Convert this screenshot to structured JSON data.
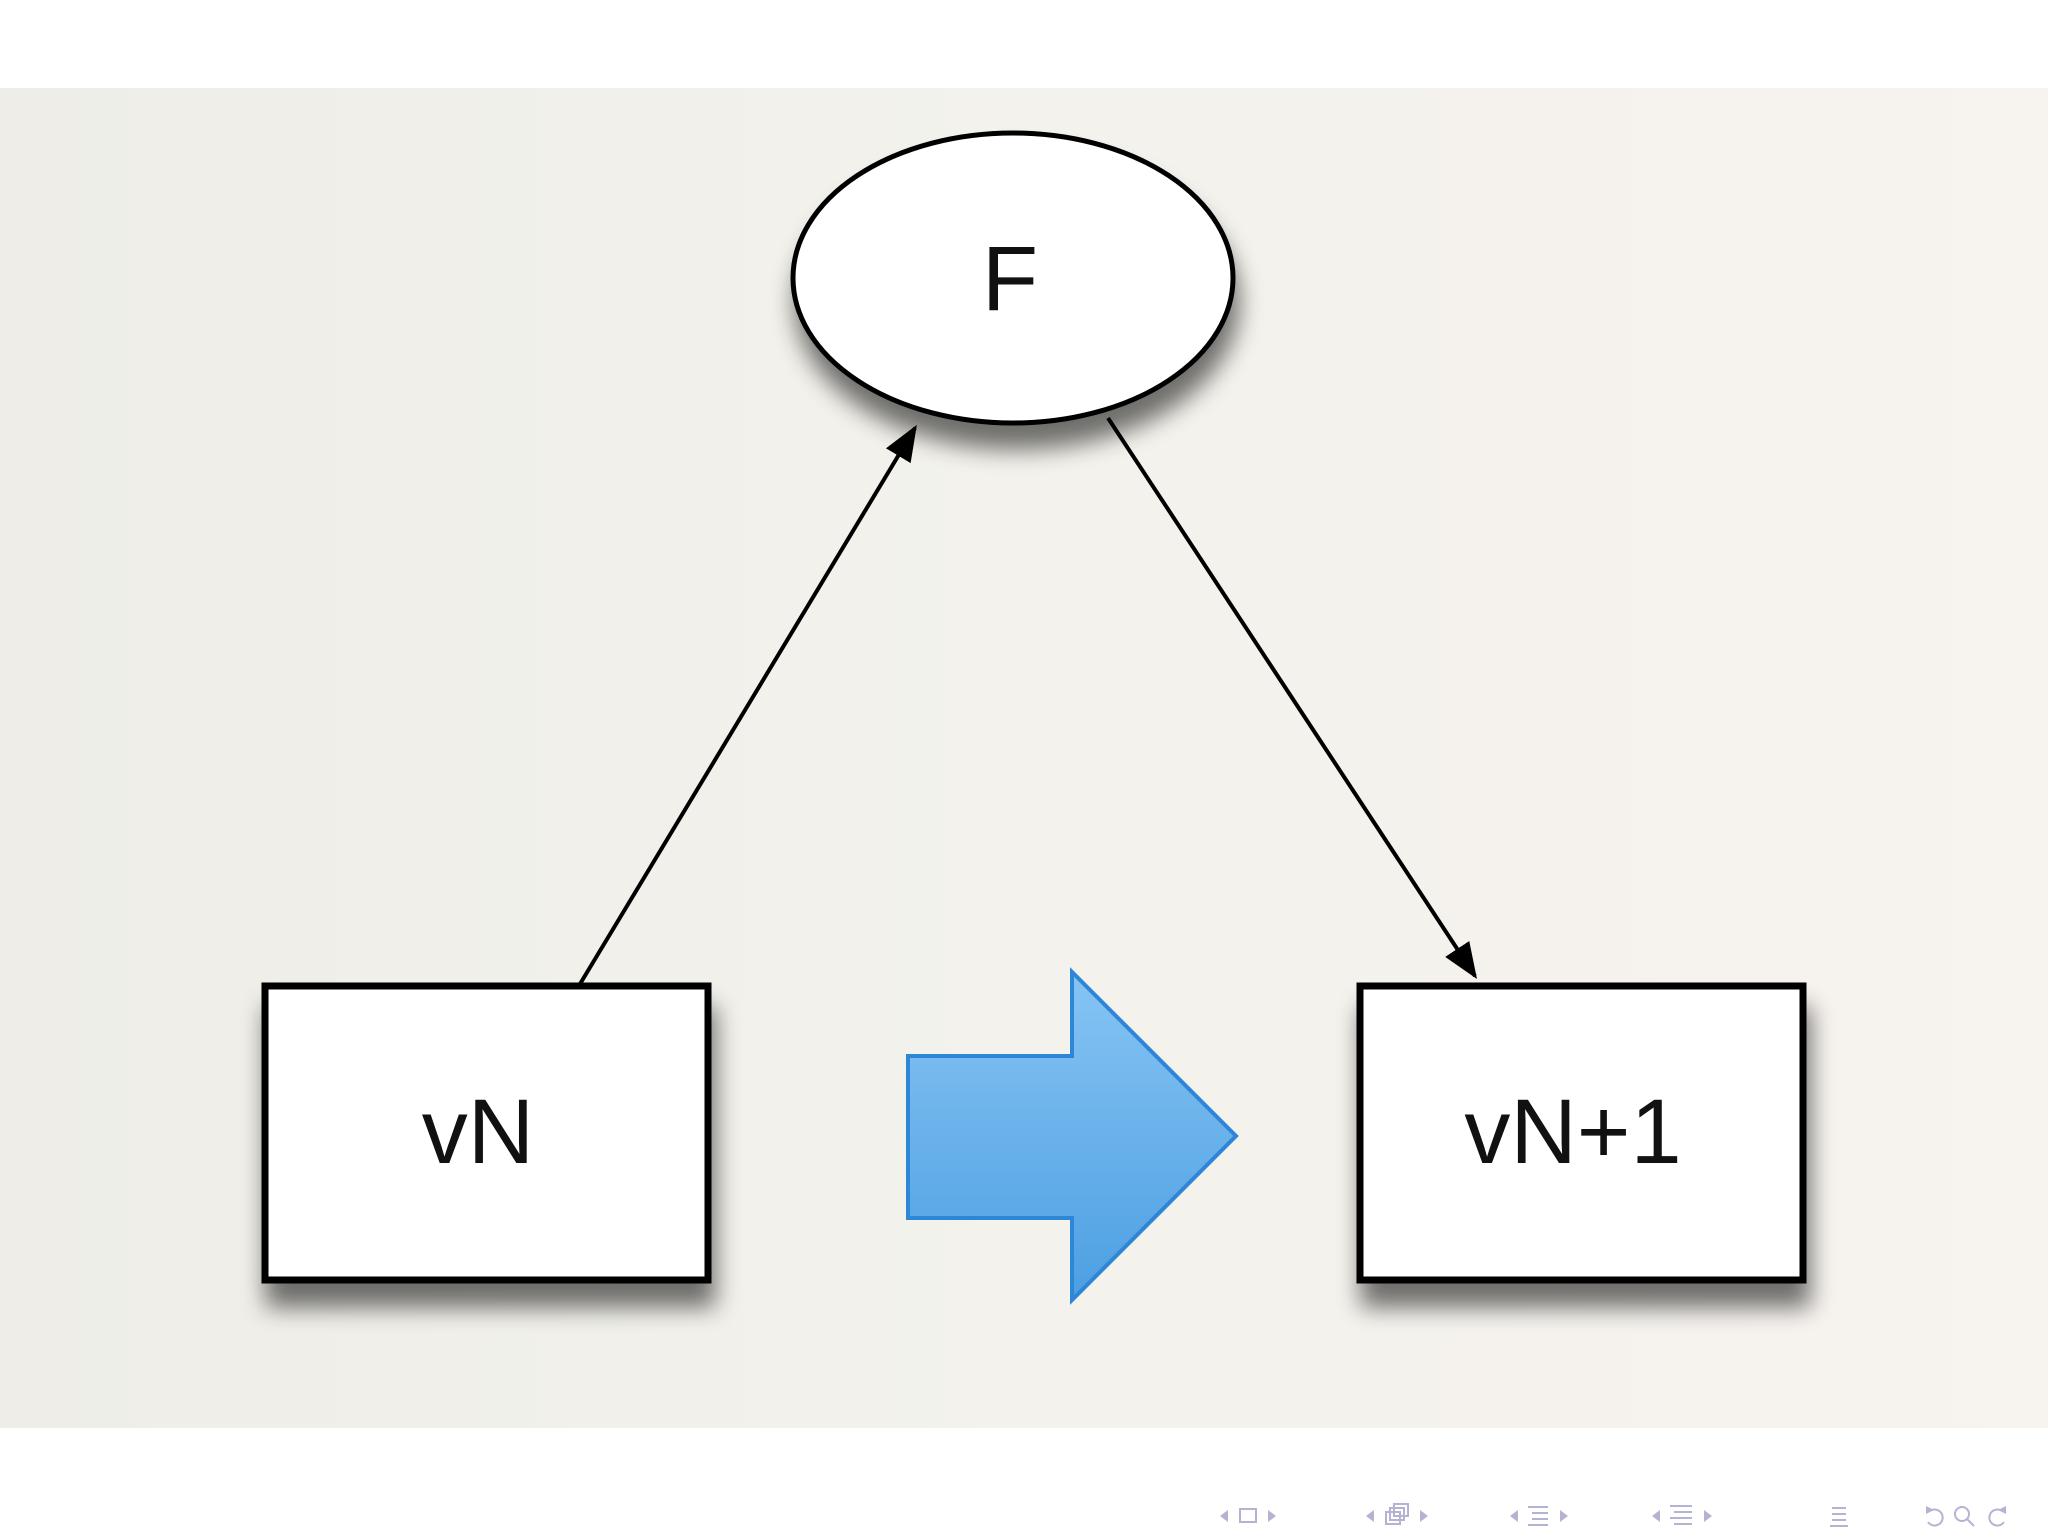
{
  "diagram": {
    "nodes": {
      "f": {
        "label": "F",
        "shape": "ellipse"
      },
      "vn": {
        "label": "vN",
        "shape": "rectangle"
      },
      "vn1": {
        "label": "vN+1",
        "shape": "rectangle"
      }
    },
    "edges": [
      {
        "from": "vN",
        "to": "F"
      },
      {
        "from": "F",
        "to": "vN+1"
      }
    ],
    "transition_arrow": {
      "from": "vN",
      "to": "vN+1",
      "color": "#5aa9e6"
    }
  },
  "colors": {
    "panel_background": "#f1f0ea",
    "node_fill": "#ffffff",
    "node_stroke": "#000000",
    "arrow_blue": "#5aa9e6",
    "arrow_blue_stroke": "#2e86d6",
    "nav_icon": "#b4b4d2"
  },
  "navigation": {
    "icons": [
      "nav-left-arrow-icon",
      "frame-icon",
      "nav-right-arrow-icon",
      "nav-left-arrow-icon",
      "subsection-icon",
      "nav-right-arrow-icon",
      "nav-left-arrow-icon",
      "section-icon",
      "nav-right-arrow-icon",
      "nav-left-arrow-icon",
      "outline-icon",
      "nav-right-arrow-icon",
      "appendix-icon",
      "back-icon",
      "search-icon",
      "forward-icon"
    ]
  }
}
